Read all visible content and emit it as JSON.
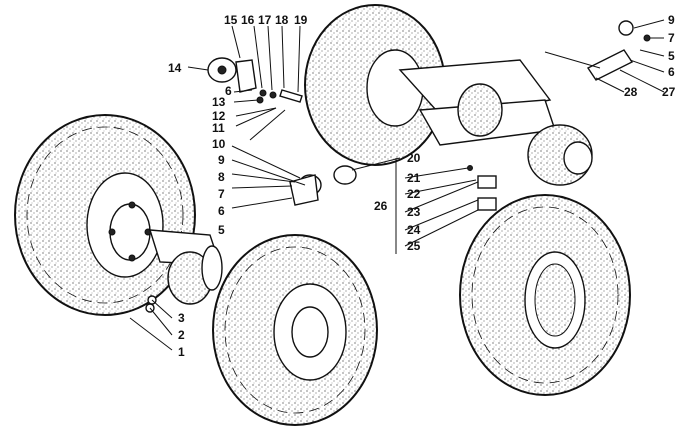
{
  "figure": {
    "callouts": {
      "c1": "1",
      "c2": "2",
      "c3": "3",
      "c5a": "5",
      "c6a": "6",
      "c7a": "7",
      "c8": "8",
      "c9a": "9",
      "c10": "10",
      "c11": "11",
      "c12": "12",
      "c13": "13",
      "c14": "14",
      "c6b": "6",
      "c15": "15",
      "c16": "16",
      "c17": "17",
      "c18": "18",
      "c19": "19",
      "c20": "20",
      "c21": "21",
      "c22": "22",
      "c23": "23",
      "c24": "24",
      "c25": "25",
      "c26": "26",
      "c9b": "9",
      "c7b": "7",
      "c5b": "5",
      "c6c": "6",
      "c27": "27",
      "c28": "28"
    }
  }
}
